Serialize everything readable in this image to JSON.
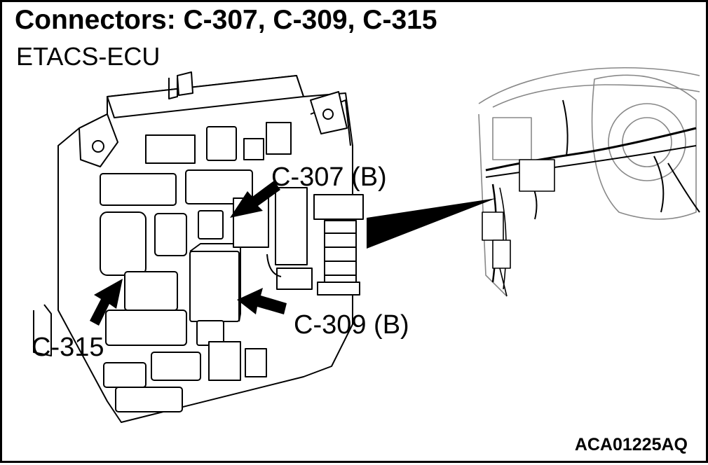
{
  "diagram": {
    "title": "Connectors: C-307, C-309, C-315",
    "subtitle": "ETACS-ECU",
    "callouts": {
      "c307": "C-307 (B)",
      "c309": "C-309 (B)",
      "c315": "C-315"
    },
    "figure_id": "ACA01225AQ",
    "colors": {
      "ink": "#000000",
      "paper": "#ffffff"
    }
  }
}
